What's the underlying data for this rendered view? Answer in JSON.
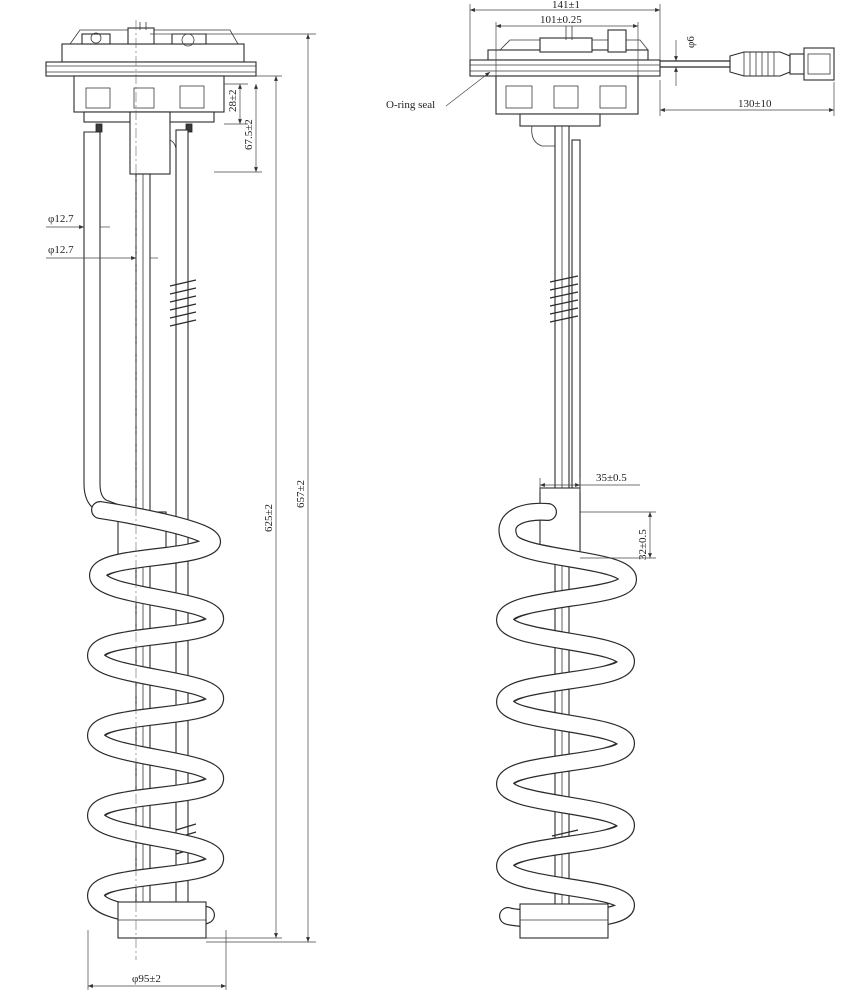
{
  "drawing": {
    "left_view": {
      "pipe_diameter_1": "φ12.7",
      "pipe_diameter_2": "φ12.7",
      "flange_height": "28±2",
      "module_height": "67.5±2",
      "coil_length": "625±2",
      "overall_length": "657±2",
      "coil_diameter": "φ95±2"
    },
    "right_view": {
      "flange_width": "141±1",
      "module_width": "101±0.25",
      "cable_diameter": "φ6",
      "cable_length": "130±10",
      "seal_label": "O-ring seal",
      "sensor_width": "35±0.5",
      "sensor_height": "32±0.5"
    }
  }
}
